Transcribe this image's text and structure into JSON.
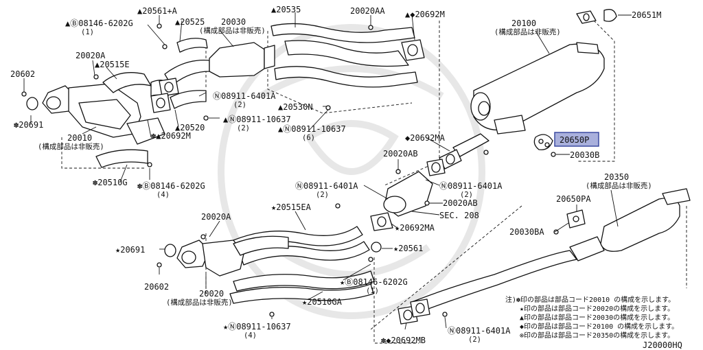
{
  "labels": {
    "p20561a": "▲20561+A",
    "p08146_top": "▲Ⓑ08146-6202G",
    "p08146_top_qty": "(1)",
    "p20525": "▲20525",
    "p20030": "20030",
    "p20030_sub": "(構成部品は非販売)",
    "p20535": "▲20535",
    "p20020aa": "20020AA",
    "p20692m_top": "▲◆20692M",
    "p20100": "20100",
    "p20100_sub": "(構成部品は非販売)",
    "p20651m": "20651M",
    "p20020a_top": "20020A",
    "p20515e": "▲20515E",
    "p20602_top": "20602",
    "p08911_6401a_top": "Ⓝ08911-6401A",
    "p08911_6401a_top_qty": "(2)",
    "p20530n": "▲20530N",
    "p08911_10637_top": "▲Ⓝ08911-10637",
    "p08911_10637_top_qty": "(2)",
    "p08911_10637_6": "▲Ⓝ08911-10637",
    "p08911_10637_6_qty": "(6)",
    "p20691_top": "✽20691",
    "p20010": "20010",
    "p20010_sub": "(構成部品は非販売)",
    "p20520": "▲20520",
    "p20692m_mid": "✽▲20692M",
    "p20692ma_top": "◆20692MA",
    "p20650p": "20650P",
    "p20030b": "20030B",
    "p20510g": "✽20510G",
    "p08146_mid": "✽Ⓑ08146-6202G",
    "p08146_mid_qty": "(4)",
    "p20020ab_top": "20020AB",
    "p08911_6401a_left": "Ⓝ08911-6401A",
    "p08911_6401a_left_qty": "(2)",
    "p08911_6401a_right": "Ⓝ08911-6401A",
    "p08911_6401a_right_qty": "(2)",
    "p20020ab_mid": "20020AB",
    "p20350": "20350",
    "p20350_sub": "(構成部品は非販売)",
    "p20650pa": "20650PA",
    "p20515ea": "★20515EA",
    "sec208": "SEC. 208",
    "p20692ma_mid": "★20692MA",
    "p20030ba": "20030BA",
    "p20020a_bot": "20020A",
    "p20691_bot": "★20691",
    "p20561": "★20561",
    "p20602_bot": "20602",
    "p08146_bot": "★Ⓑ08146-6202G",
    "p08146_bot_qty": "(1)",
    "p20020": "20020",
    "p20020_sub": "(構成部品は非販売)",
    "p20510ga": "★20510GA",
    "p08911_10637_bot": "★Ⓝ08911-10637",
    "p08911_10637_bot_qty": "(4)",
    "p20692mb": "✽◆20692MB",
    "p08911_6401a_bot": "Ⓝ08911-6401A",
    "p08911_6401a_bot_qty": "(2)"
  },
  "notes": {
    "line1": "注)✽印の部品は部品コード20010 の構成を示します。",
    "line2": "★印の部品は部品コード20020の構成を示します。",
    "line3": "▲印の部品は部品コード20030の構成を示します。",
    "line4": "◆印の部品は部品コード20100 の構成を示します。",
    "line5": "⊗印の部品は部品コード20350の構成を示します。"
  },
  "diagram_code": "J20000HQ",
  "colors": {
    "highlight_fill": "#a9b0dc",
    "highlight_stroke": "#3b4aa0",
    "ink": "#111111",
    "watermark": "#e7e7e7"
  }
}
